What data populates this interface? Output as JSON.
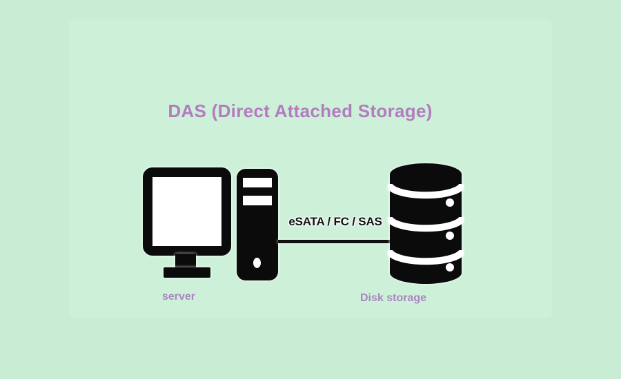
{
  "title": "DAS (Direct Attached Storage)",
  "diagram": {
    "connection_label": "eSATA / FC / SAS",
    "server_label": "server",
    "disk_label": "Disk storage"
  },
  "icons": {
    "server": "desktop-computer-icon",
    "storage": "database-cylinder-icon"
  },
  "colors": {
    "outer_bg": "#c9ecd4",
    "inner_bg": "#cdf0d9",
    "title": "#b27cbe",
    "caption": "#aa86c0",
    "icon": "#0b0b0b",
    "line": "#111111"
  }
}
